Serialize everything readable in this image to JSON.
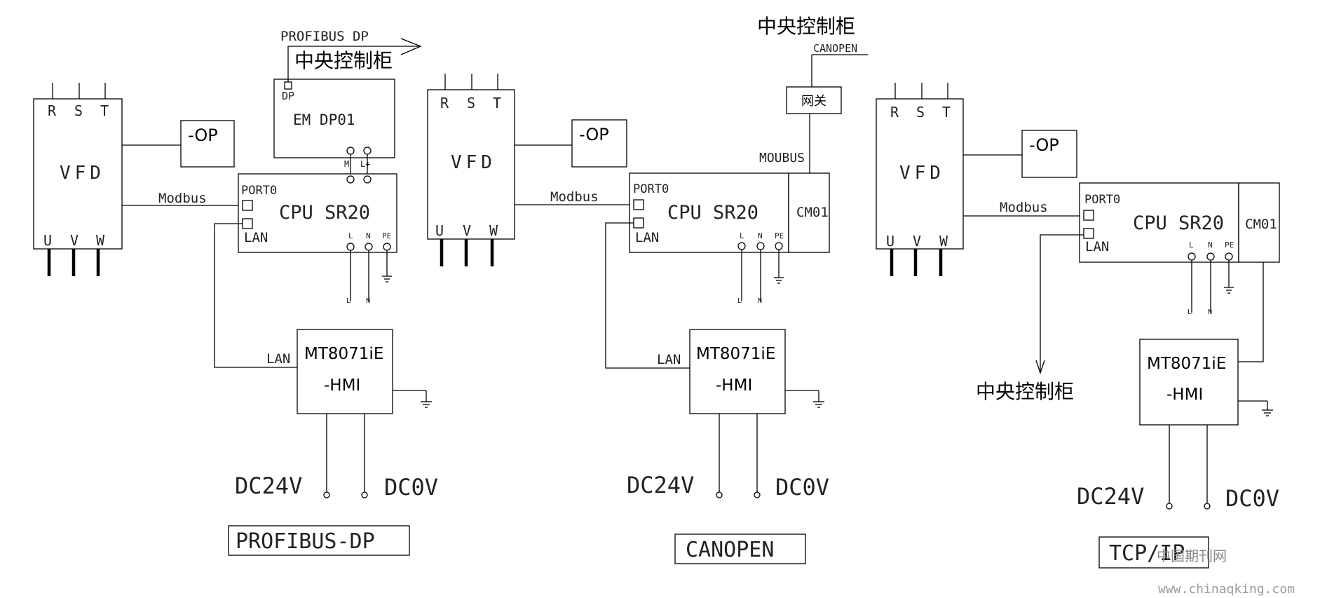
{
  "diagram": {
    "profibus": {
      "vfd": "VFD",
      "r": "R",
      "s": "S",
      "t": "T",
      "u": "U",
      "v": "V",
      "w": "W",
      "op": "-OP",
      "modbus": "Modbus",
      "em_dp": "DP",
      "em_title": "EM DP01",
      "em_m": "M",
      "em_lp": "L+",
      "bus_label": "PROFIBUS DP",
      "central": "中央控制柜",
      "port": "PORT0",
      "lan": "LAN",
      "cpu": "CPU SR20",
      "l": "L",
      "n": "N",
      "pe": "PE",
      "hmi_lan": "LAN",
      "hmi1": "MT8071iE",
      "hmi2": "-HMI",
      "dc24": "DC24V",
      "dc0": "DC0V",
      "title": "PROFIBUS-DP"
    },
    "canopen": {
      "vfd": "VFD",
      "r": "R",
      "s": "S",
      "t": "T",
      "u": "U",
      "v": "V",
      "w": "W",
      "op": "-OP",
      "modbus": "Modbus",
      "central": "中央控制柜",
      "canopen_label": "CANOPEN",
      "gateway": "网关",
      "moubus": "MOUBUS",
      "cm": "CM01",
      "port": "PORT0",
      "lan": "LAN",
      "cpu": "CPU SR20",
      "l": "L",
      "n": "N",
      "pe": "PE",
      "hmi_lan": "LAN",
      "hmi1": "MT8071iE",
      "hmi2": "-HMI",
      "dc24": "DC24V",
      "dc0": "DC0V",
      "title": "CANOPEN"
    },
    "tcpip": {
      "vfd": "VFD",
      "r": "R",
      "s": "S",
      "t": "T",
      "u": "U",
      "v": "V",
      "w": "W",
      "op": "-OP",
      "modbus": "Modbus",
      "cm": "CM01",
      "port": "PORT0",
      "lan": "LAN",
      "cpu": "CPU SR20",
      "l": "L",
      "n": "N",
      "pe": "PE",
      "central": "中央控制柜",
      "hmi1": "MT8071iE",
      "hmi2": "-HMI",
      "dc24": "DC24V",
      "dc0": "DC0V",
      "title": "TCP/IP"
    }
  },
  "watermark": {
    "cn": "中国期刊网",
    "url": "www.chinaqking.com"
  }
}
